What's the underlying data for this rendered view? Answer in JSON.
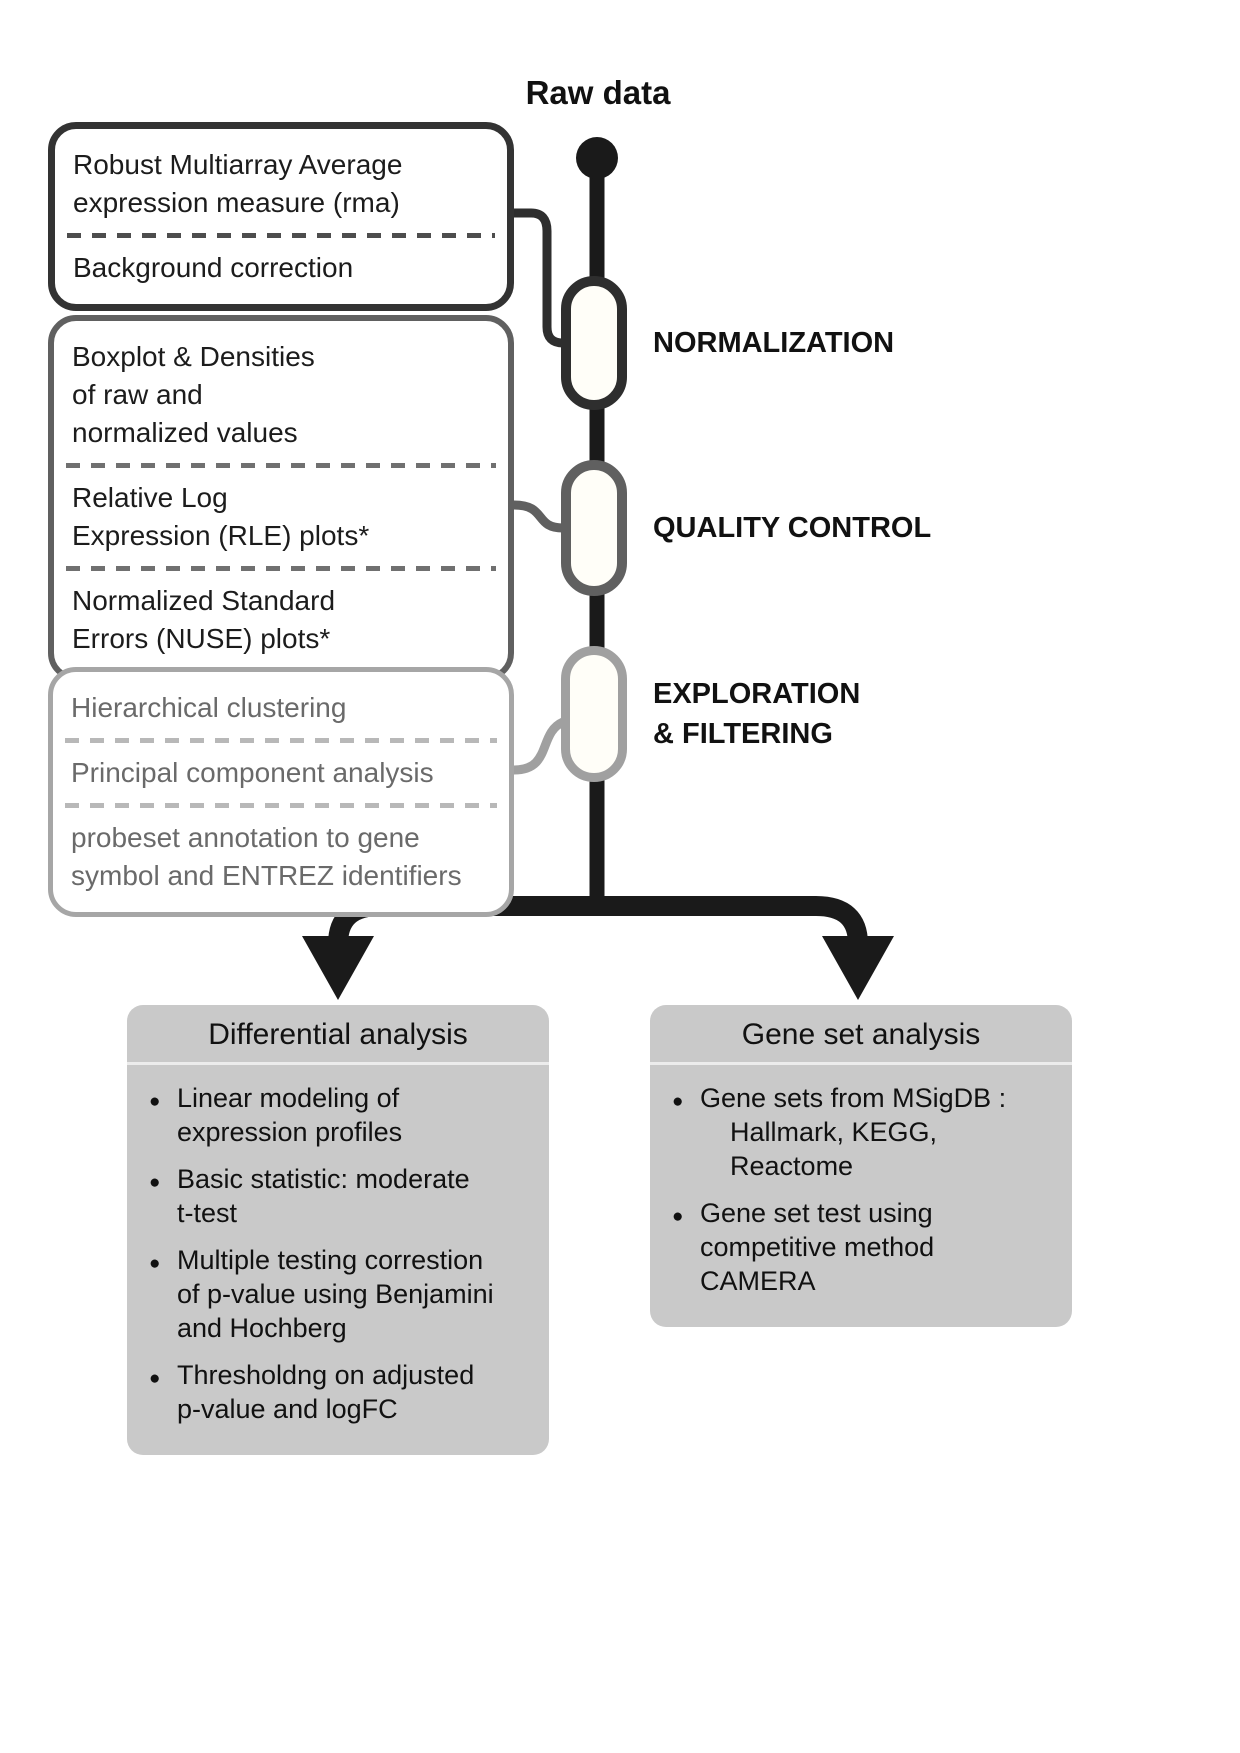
{
  "raw_data": {
    "label": "Raw data"
  },
  "stages": {
    "normalization": {
      "label": "NORMALIZATION",
      "items": [
        "Robust Multiarray Average\nexpression measure (rma)",
        "Background correction"
      ]
    },
    "quality_control": {
      "label": "QUALITY CONTROL",
      "items": [
        "Boxplot & Densities\nof raw and\nnormalized values",
        "Relative Log\nExpression (RLE) plots*",
        "Normalized Standard\nErrors (NUSE) plots*"
      ]
    },
    "exploration": {
      "label": "EXPLORATION\n& FILTERING",
      "items": [
        "Hierarchical clustering",
        "Principal component analysis",
        "probeset annotation to gene\nsymbol and ENTREZ identifiers"
      ]
    }
  },
  "branches": {
    "differential": {
      "title": "Differential analysis",
      "bullets": [
        "Linear modeling of\nexpression profiles",
        "Basic statistic: moderate\nt-test",
        "Multiple testing correstion\nof p-value using Benjamini\nand Hochberg",
        "Thresholdng on adjusted\np-value and logFC"
      ]
    },
    "gene_set": {
      "title": "Gene set analysis",
      "bullets": [
        "Gene sets from MSigDB :\n    Hallmark, KEGG,\n    Reactome",
        "Gene set test using\ncompetitive method\nCAMERA"
      ]
    }
  },
  "colors": {
    "stage_normalization": "#2e2e2e",
    "stage_quality_control": "#606060",
    "stage_exploration": "#a0a0a0",
    "flow": "#1a1a1a",
    "panel_bg": "#c9c9c9"
  }
}
